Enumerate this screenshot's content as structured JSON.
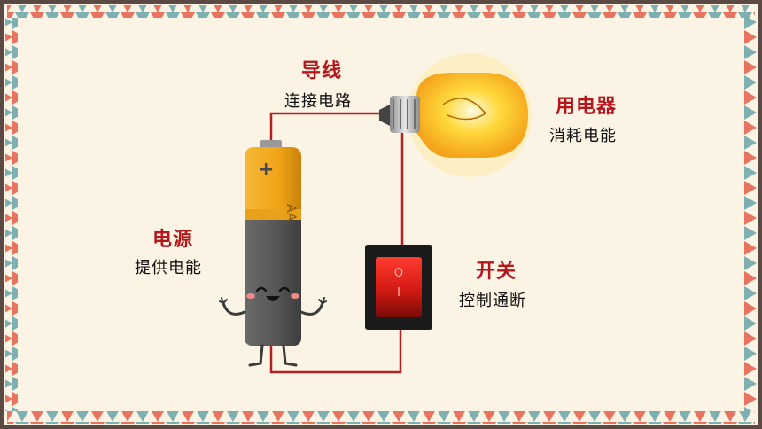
{
  "components": {
    "wire": {
      "title": "导线",
      "desc": "连接电路"
    },
    "appliance": {
      "title": "用电器",
      "desc": "消耗电能"
    },
    "power": {
      "title": "电源",
      "desc": "提供电能"
    },
    "switch": {
      "title": "开关",
      "desc": "控制通断"
    }
  },
  "battery_text": "AA",
  "switch_marks": {
    "off": "O",
    "on": "I"
  },
  "colors": {
    "title_red": "#b5161b",
    "wire_red": "#b22222",
    "background": "#fbf3e4",
    "frame_dark": "#5a4a43",
    "battery_gold": "#f0a51e",
    "battery_gray": "#5b5b5b",
    "bulb_glow": "#ffd23a",
    "switch_red": "#d41d1d"
  }
}
